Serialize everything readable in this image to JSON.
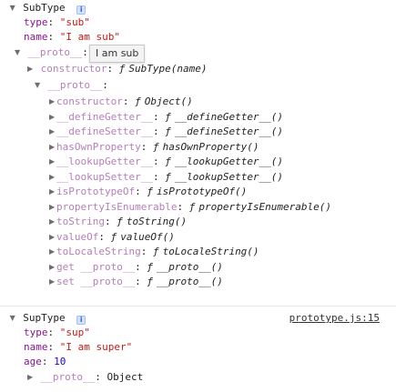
{
  "icons": {
    "expanded": "triangle-down",
    "collapsed": "triangle-right",
    "info": "info-icon"
  },
  "colors": {
    "key": "#881391",
    "string": "#c41a16",
    "number": "#1c00cf",
    "link": "#333333"
  },
  "sub": {
    "title": "SubType",
    "info_glyph": "i",
    "type_key": "type",
    "type_val": "\"sub\"",
    "name_key": "name",
    "name_val": "\"I am sub\"",
    "proto_key": "__proto__",
    "tooltip": "I am sub",
    "constructor_key": "constructor",
    "constructor_val": "SubType(name)",
    "inner_proto_key": "__proto__",
    "object_members": [
      {
        "key": "constructor",
        "val": "Object()"
      },
      {
        "key": "__defineGetter__",
        "val": "__defineGetter__()"
      },
      {
        "key": "__defineSetter__",
        "val": "__defineSetter__()"
      },
      {
        "key": "hasOwnProperty",
        "val": "hasOwnProperty()"
      },
      {
        "key": "__lookupGetter__",
        "val": "__lookupGetter__()"
      },
      {
        "key": "__lookupSetter__",
        "val": "__lookupSetter__()"
      },
      {
        "key": "isPrototypeOf",
        "val": "isPrototypeOf()"
      },
      {
        "key": "propertyIsEnumerable",
        "val": "propertyIsEnumerable()"
      },
      {
        "key": "toString",
        "val": "toString()"
      },
      {
        "key": "valueOf",
        "val": "valueOf()"
      },
      {
        "key": "toLocaleString",
        "val": "toLocaleString()"
      },
      {
        "key": "get __proto__",
        "val": "__proto__()"
      },
      {
        "key": "set __proto__",
        "val": "__proto__()"
      }
    ]
  },
  "sup": {
    "title": "SupType",
    "info_glyph": "i",
    "source": "prototype.js:15",
    "type_key": "type",
    "type_val": "\"sup\"",
    "name_key": "name",
    "name_val": "\"I am super\"",
    "age_key": "age",
    "age_val": "10",
    "proto_key": "__proto__",
    "proto_val": "Object"
  },
  "fn_glyph": "ƒ",
  "colon": ":"
}
